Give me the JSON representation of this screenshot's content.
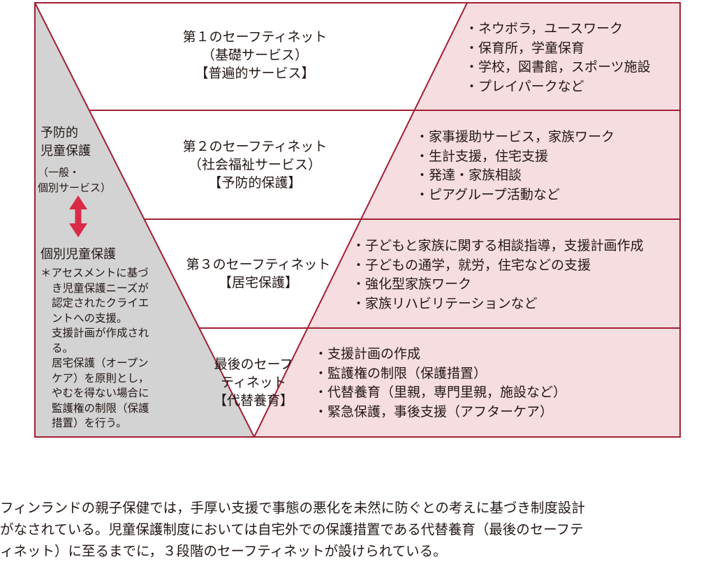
{
  "colors": {
    "border": "#a31f34",
    "pink_fill": "#f5dde0",
    "gray_fill": "#d3d3d3",
    "arrow": "#d92b47"
  },
  "tiers": [
    {
      "lines": [
        "第１のセーフティネット",
        "（基礎サービス）",
        "【普遍的サービス】"
      ],
      "items": [
        "・ネウボラ，ユースワーク",
        "・保育所，学童保育",
        "・学校，図書館，スポーツ施設",
        "・プレイパークなど"
      ]
    },
    {
      "lines": [
        "第２のセーフティネット",
        "（社会福祉サービス）",
        "【予防的保護】"
      ],
      "items": [
        "・家事援助サービス，家族ワーク",
        "・生計支援，住宅支援",
        "・発達・家族相談",
        "・ピアグループ活動など"
      ]
    },
    {
      "lines": [
        "第３のセーフティネット",
        "【居宅保護】"
      ],
      "items": [
        "・子どもと家族に関する相談指導，支援計画作成",
        "・子どもの通学，就労，住宅などの支援",
        "・強化型家族ワーク",
        "・家族リハビリテーションなど"
      ]
    },
    {
      "lines": [
        "最後のセーフ",
        "ティネット",
        "【代替養育】"
      ],
      "items": [
        "・支援計画の作成",
        "・監護権の制限（保護措置）",
        "・代替養育（里親，専門里親，施設など）",
        "・緊急保護，事後支援（アフターケア）"
      ]
    }
  ],
  "left": {
    "top_heading": [
      "予防的",
      "児童保護"
    ],
    "top_sub": [
      "（一般・",
      "個別サービス）"
    ],
    "bottom_heading": "個別児童保護",
    "note": [
      "＊アセスメントに基づ",
      "き児童保護ニーズが",
      "認定されたクライエ",
      "ントへの支援。",
      "支援計画が作成され",
      "る。",
      "居宅保護（オープン",
      "ケア）を原則とし，",
      "やむを得ない場合に",
      "監護権の制限（保護",
      "措置）を行う。"
    ]
  },
  "caption": [
    "フィンランドの親子保健では，手厚い支援で事態の悪化を未然に防ぐとの考えに基づき制度設計",
    "がなされている。児童保護制度においては自宅外での保護措置である代替養育（最後のセーフテ",
    "ィネット）に至るまでに，３段階のセーフティネットが設けられている。"
  ]
}
